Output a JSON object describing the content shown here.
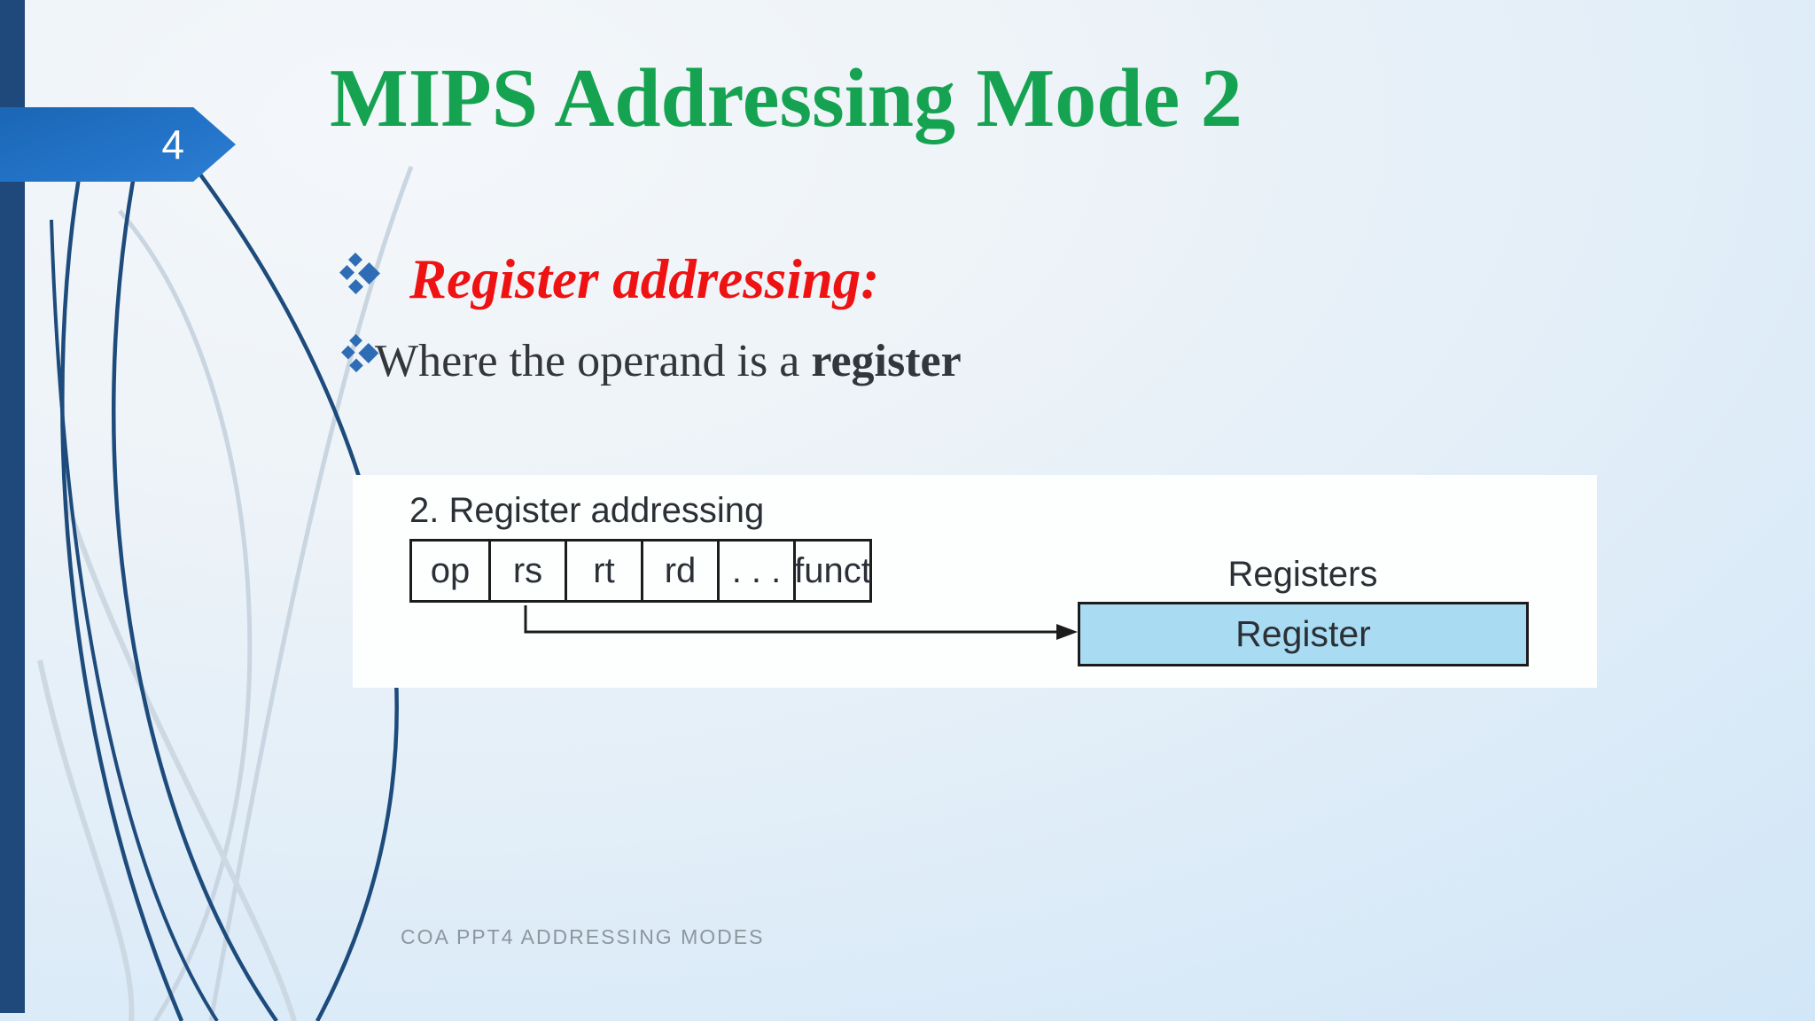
{
  "slide": {
    "number": "4",
    "title": "MIPS Addressing Mode 2",
    "bullet1": "Register addressing:",
    "bullet2_prefix": "Where the operand is a ",
    "bullet2_bold": "register",
    "footer": "COA PPT4 ADDRESSING MODES"
  },
  "diagram": {
    "caption": "2. Register addressing",
    "fields": [
      "op",
      "rs",
      "rt",
      "rd",
      ". . .",
      "funct"
    ],
    "registers_label": "Registers",
    "register_box_label": "Register"
  },
  "colors": {
    "title_green": "#16a351",
    "heading_red": "#ee1212",
    "bullet_diamond_blue": "#2e6db6",
    "badge_blue": "#2273c8",
    "navy_accent": "#20497b",
    "register_box_fill": "#a9dbf2",
    "panel_white": "#fdfefe",
    "footer_gray": "#8c969e"
  }
}
